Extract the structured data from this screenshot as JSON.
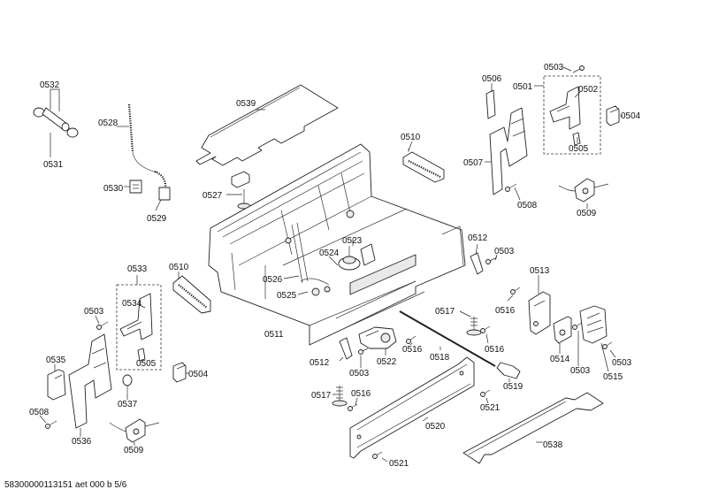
{
  "labels": {
    "l0532": "0532",
    "l0531": "0531",
    "l0528": "0528",
    "l0530": "0530",
    "l0529": "0529",
    "l0539": "0539",
    "l0527": "0527",
    "l0510a": "0510",
    "l0506": "0506",
    "l0501": "0501",
    "l0503a": "0503",
    "l0502": "0502",
    "l0504a": "0504",
    "l0505a": "0505",
    "l0507": "0507",
    "l0508a": "0508",
    "l0509a": "0509",
    "l0523": "0523",
    "l0524": "0524",
    "l0512a": "0512",
    "l0503b": "0503",
    "l0533": "0533",
    "l0510b": "0510",
    "l0534": "0534",
    "l0526": "0526",
    "l0525": "0525",
    "l0503c": "0503",
    "l0511": "0511",
    "l0535": "0535",
    "l0505b": "0505",
    "l0504b": "0504",
    "l0537": "0537",
    "l0508b": "0508",
    "l0536": "0536",
    "l0509b": "0509",
    "l0513": "0513",
    "l0516a": "0516",
    "l0517a": "0517",
    "l0516b": "0516",
    "l0514": "0514",
    "l0503d": "0503",
    "l0515": "0515",
    "l0503e": "0503",
    "l0512b": "0512",
    "l0503f": "0503",
    "l0522": "0522",
    "l0516c": "0516",
    "l0518": "0518",
    "l0519": "0519",
    "l0521a": "0521",
    "l0517b": "0517",
    "l0516d": "0516",
    "l0520": "0520",
    "l0521b": "0521",
    "l0538": "0538"
  },
  "footer": "58300000113151 aet 000 b 5/6"
}
